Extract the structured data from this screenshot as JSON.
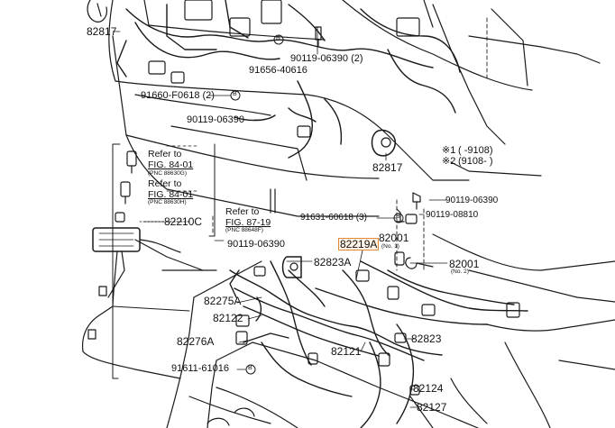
{
  "diagram": {
    "parts": [
      {
        "id": "p82817a",
        "text": "82817"
      },
      {
        "id": "p91656",
        "text": "91656-40616"
      },
      {
        "id": "p90119a",
        "text": "90119-06390 (2)"
      },
      {
        "id": "p91660",
        "text": "91660-F0618 (2)"
      },
      {
        "id": "p90119b",
        "text": "90119-06390"
      },
      {
        "id": "p82817b",
        "text": "82817"
      },
      {
        "id": "p82210c",
        "text": "82210C"
      },
      {
        "id": "p90119c",
        "text": "90119-06390"
      },
      {
        "id": "p91631",
        "text": "91631-60618 (3)"
      },
      {
        "id": "p90119d",
        "text": "90119-06390"
      },
      {
        "id": "p90119e",
        "text": "90119-08810"
      },
      {
        "id": "p82219a",
        "text": "82219A"
      },
      {
        "id": "p82823a",
        "text": "82823A"
      },
      {
        "id": "p82001a",
        "text": "82001"
      },
      {
        "id": "p82001b",
        "text": "82001"
      },
      {
        "id": "p82275a",
        "text": "82275A"
      },
      {
        "id": "p82122",
        "text": "82122"
      },
      {
        "id": "p82276a",
        "text": "82276A"
      },
      {
        "id": "p82121",
        "text": "82121"
      },
      {
        "id": "p82823",
        "text": "82823"
      },
      {
        "id": "p91611",
        "text": "91611-61016"
      },
      {
        "id": "p82124",
        "text": "82124"
      },
      {
        "id": "p82127",
        "text": "82127"
      }
    ],
    "notes": {
      "no1": "(No. 1)",
      "no2": "(No. 2)",
      "marker_b": "B"
    },
    "references": [
      {
        "refer": "Refer to",
        "fig": "FIG. 84-01",
        "pnc": "(PNC 88630G)"
      },
      {
        "refer": "Refer to",
        "fig": "FIG. 84-01",
        "pnc": "(PNC 88630H)"
      },
      {
        "refer": "Refer to",
        "fig": "FIG. 87-19",
        "pnc": "(PNC 88648F)"
      }
    ],
    "legend": [
      {
        "mark": "※1",
        "range": "(        -9108)"
      },
      {
        "mark": "※2",
        "range": "(9108-        )"
      }
    ]
  }
}
